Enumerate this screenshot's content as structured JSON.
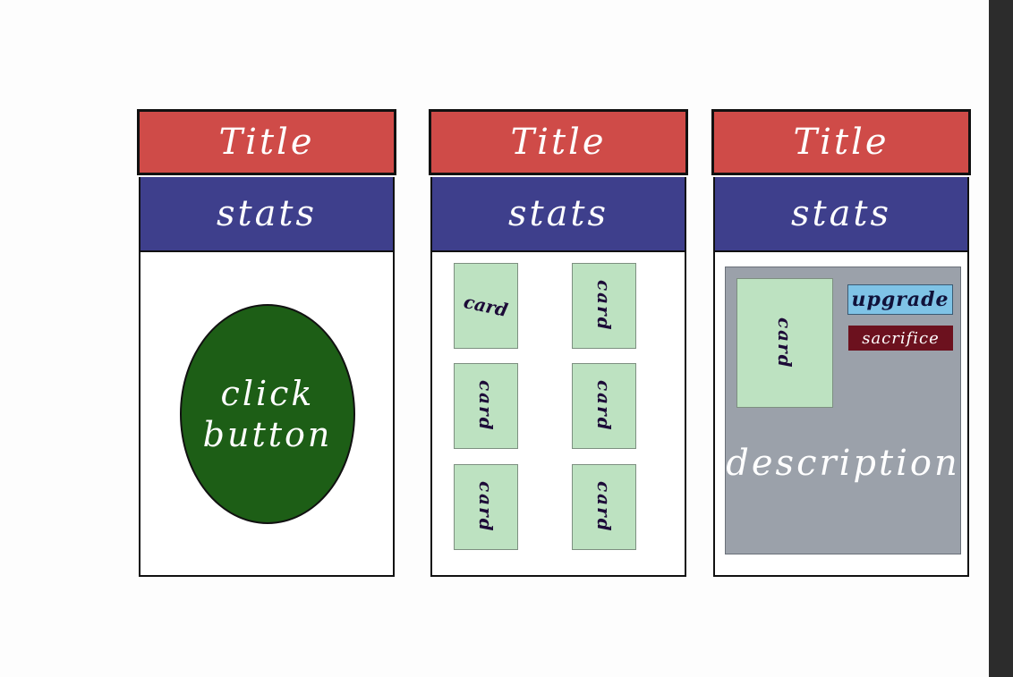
{
  "panels": [
    {
      "title": "Title",
      "stats": "stats",
      "button_line1": "click",
      "button_line2": "button"
    },
    {
      "title": "Title",
      "stats": "stats",
      "cards": [
        "card",
        "card",
        "card",
        "card",
        "card",
        "card"
      ]
    },
    {
      "title": "Title",
      "stats": "stats",
      "card": "card",
      "upgrade_label": "upgrade",
      "sacrifice_label": "sacrifice",
      "description": "description"
    }
  ],
  "colors": {
    "title_bar": "#cf4b48",
    "stats_bar": "#3e3f8c",
    "click_button": "#1d5e16",
    "card": "#bde2c1",
    "detail_area": "#9ba1aa",
    "upgrade_button": "#7fc3e6",
    "sacrifice_button": "#6c111e"
  }
}
